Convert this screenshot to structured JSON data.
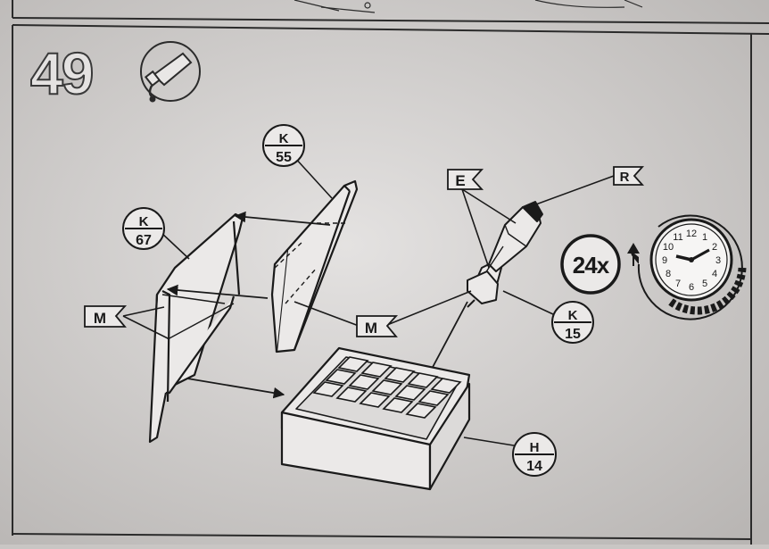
{
  "step": {
    "number": "49",
    "icon": "glue-tube-icon"
  },
  "callouts": {
    "k55": {
      "letter": "K",
      "number": "55"
    },
    "k67": {
      "letter": "K",
      "number": "67"
    },
    "k15": {
      "letter": "K",
      "number": "15"
    },
    "h14": {
      "letter": "H",
      "number": "14"
    }
  },
  "flags": {
    "m_left": "M",
    "m_center": "M",
    "e_top": "E",
    "r_top": "R"
  },
  "repeat": {
    "label": "24x",
    "clock_numbers": [
      "12",
      "1",
      "2",
      "3",
      "4",
      "5",
      "6",
      "7",
      "8",
      "9",
      "10",
      "11"
    ]
  }
}
